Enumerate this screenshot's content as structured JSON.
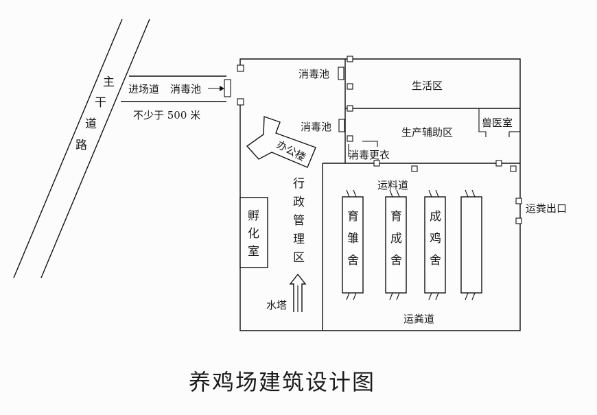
{
  "title": "养鸡场建筑设计图",
  "road": {
    "label": "主干道路"
  },
  "entrance": {
    "road_label": "进场道",
    "pool_label": "消毒池",
    "distance_label": "不少于 500 米"
  },
  "zones": {
    "living": "生活区",
    "production_support": "生产辅助区",
    "vet_room": "兽医室",
    "admin_area": "行政管理区",
    "hatchery": "孵化室",
    "office_building": "办公楼",
    "water_tower": "水塔",
    "disinfect_pool_1": "消毒池",
    "disinfect_pool_2": "消毒池",
    "disinfect_changing": "消毒更衣",
    "feed_road": "运料道",
    "manure_road": "运粪道",
    "manure_exit": "运粪出口"
  },
  "houses": [
    {
      "label": "育雏舍"
    },
    {
      "label": "育成舍"
    },
    {
      "label": "成鸡舍"
    },
    {
      "label": ""
    }
  ]
}
